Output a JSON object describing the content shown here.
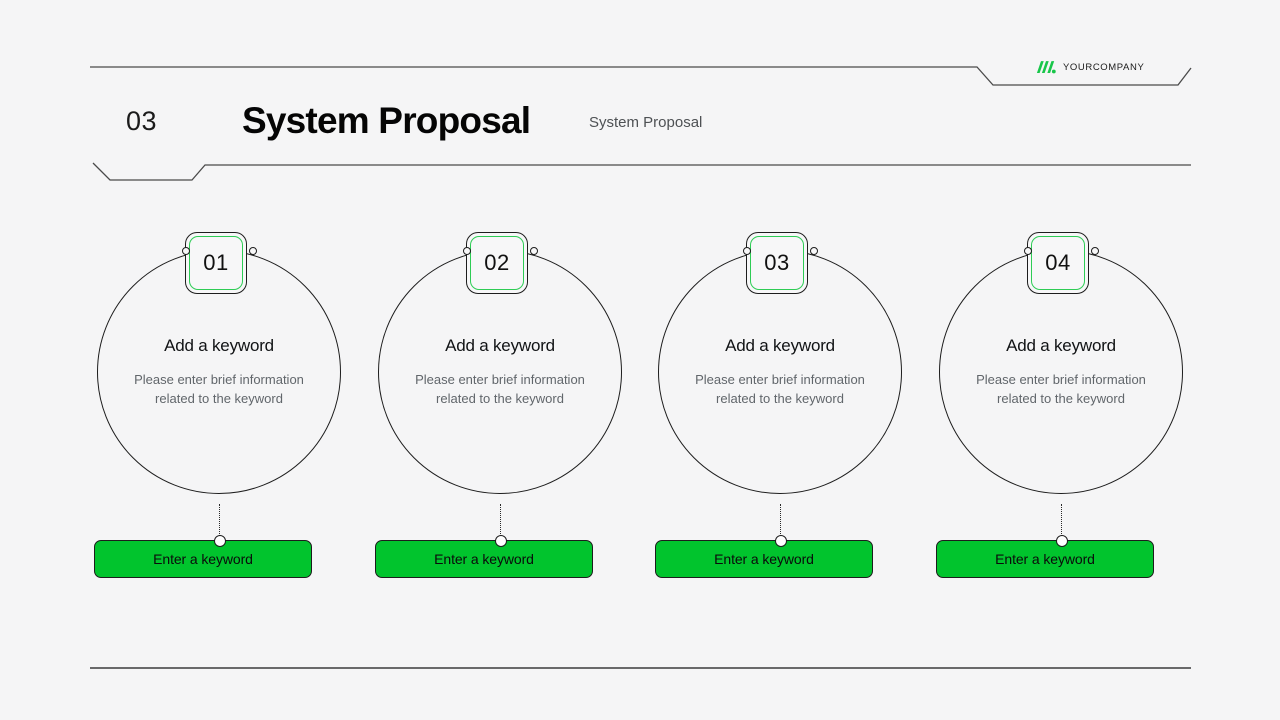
{
  "slide": {
    "background_color": "#f5f5f6",
    "accent_color": "#01c42d",
    "line_color": "#4a4a4a"
  },
  "header": {
    "section_number": "03",
    "title": "System Proposal",
    "subtitle": "System Proposal",
    "brand": {
      "name": "YOURCOMPANY",
      "mark_color": "#18c64a"
    }
  },
  "items": [
    {
      "number": "01",
      "title": "Add a keyword",
      "description": "Please enter brief information related to the keyword",
      "button_label": "Enter a keyword"
    },
    {
      "number": "02",
      "title": "Add a keyword",
      "description": "Please enter brief information related to the keyword",
      "button_label": "Enter a keyword"
    },
    {
      "number": "03",
      "title": "Add a keyword",
      "description": "Please enter brief information related to the keyword",
      "button_label": "Enter a keyword"
    },
    {
      "number": "04",
      "title": "Add a keyword",
      "description": "Please enter brief information related to the keyword",
      "button_label": "Enter a keyword"
    }
  ],
  "layout": {
    "item_left_positions": [
      94,
      375,
      655,
      936
    ]
  }
}
